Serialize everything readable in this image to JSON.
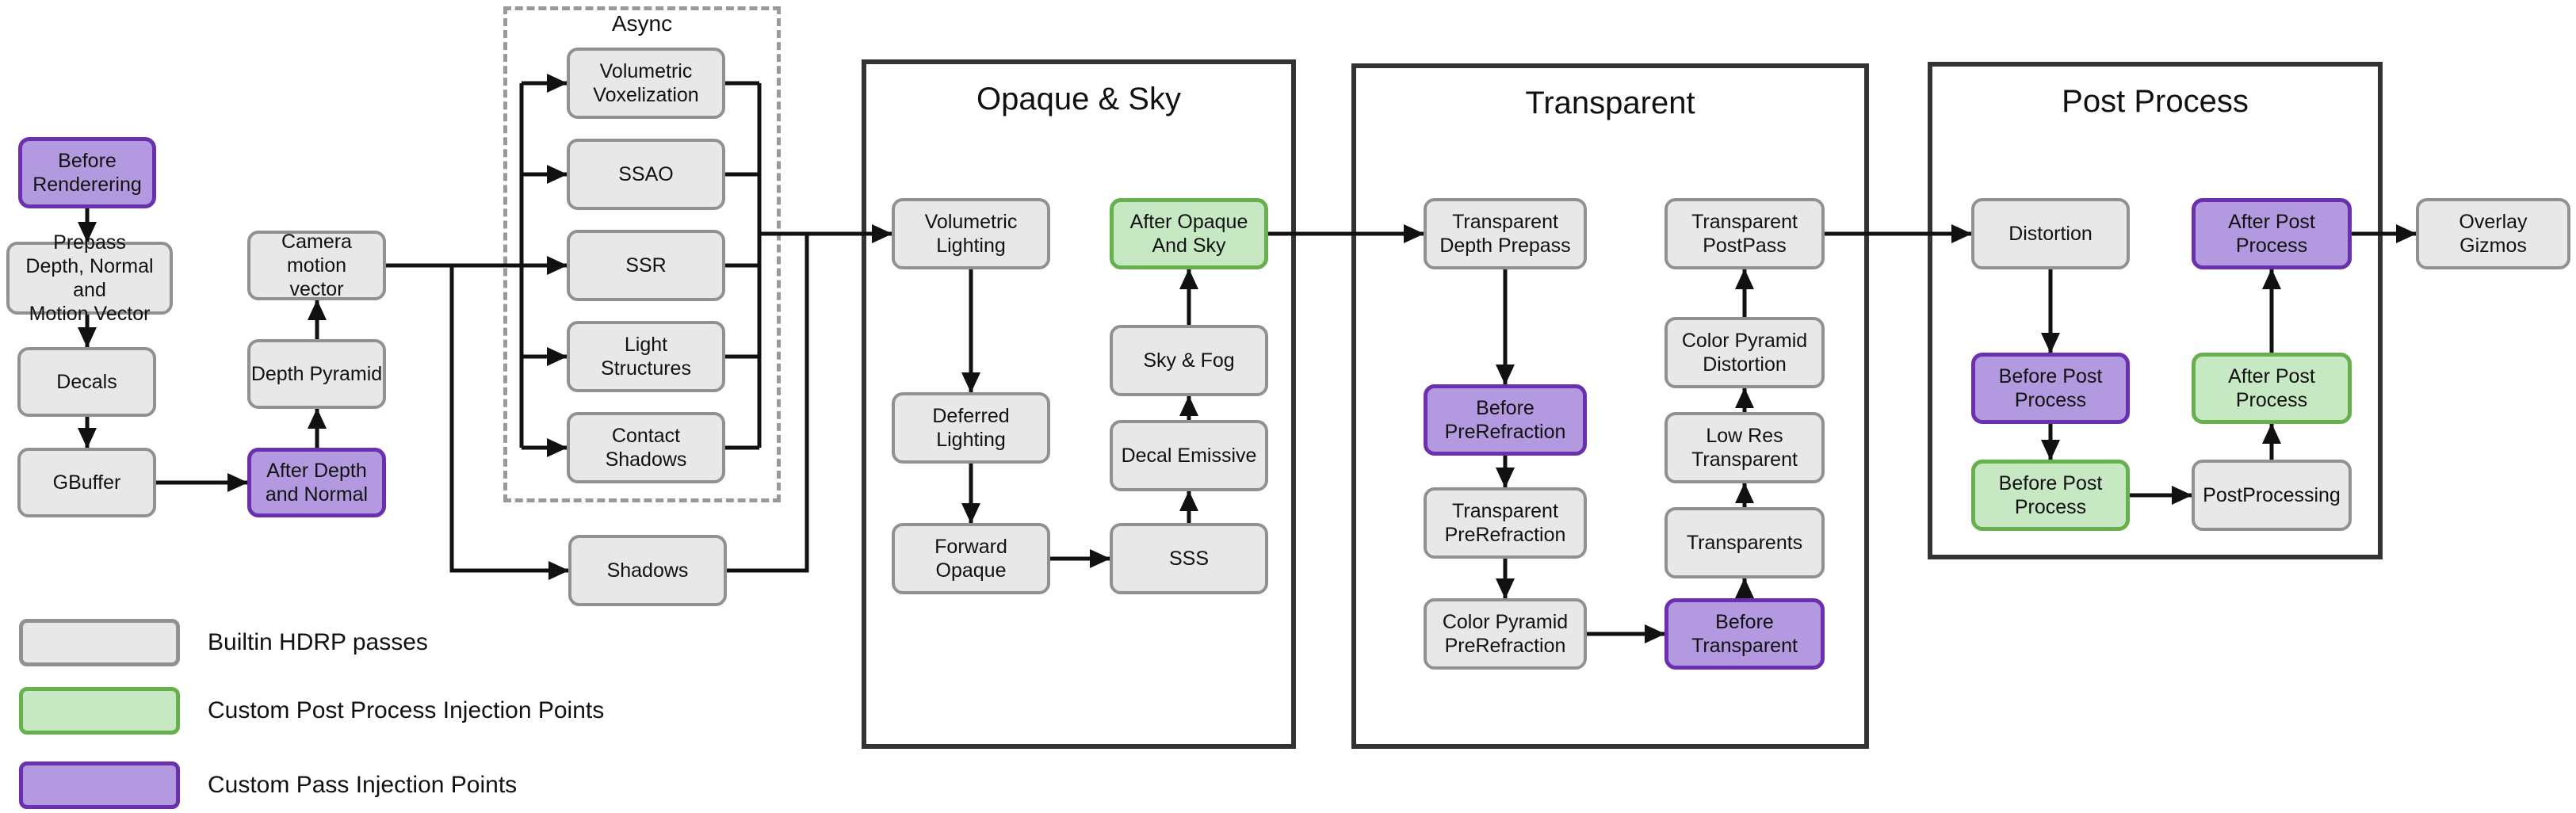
{
  "diagram": {
    "groups": {
      "async": {
        "title": "Async"
      },
      "opaque_and_sky": {
        "title": "Opaque & Sky"
      },
      "transparent": {
        "title": "Transparent"
      },
      "post_process": {
        "title": "Post Process"
      }
    },
    "nodes": {
      "before_rendering": {
        "label": "Before\nRenderering",
        "type": "custom_pass"
      },
      "prepass": {
        "label": "Prepass\nDepth, Normal and\nMotion Vector",
        "type": "builtin"
      },
      "decals": {
        "label": "Decals",
        "type": "builtin"
      },
      "gbuffer": {
        "label": "GBuffer",
        "type": "builtin"
      },
      "camera_motion_vector": {
        "label": "Camera motion\nvector",
        "type": "builtin"
      },
      "depth_pyramid": {
        "label": "Depth Pyramid",
        "type": "builtin"
      },
      "after_depth_and_normal": {
        "label": "After Depth\nand Normal",
        "type": "custom_pass"
      },
      "volumetric_voxelization": {
        "label": "Volumetric\nVoxelization",
        "type": "builtin"
      },
      "ssao": {
        "label": "SSAO",
        "type": "builtin"
      },
      "ssr": {
        "label": "SSR",
        "type": "builtin"
      },
      "light_structures": {
        "label": "Light\nStructures",
        "type": "builtin"
      },
      "contact_shadows": {
        "label": "Contact\nShadows",
        "type": "builtin"
      },
      "shadows": {
        "label": "Shadows",
        "type": "builtin"
      },
      "volumetric_lighting": {
        "label": "Volumetric\nLighting",
        "type": "builtin"
      },
      "deferred_lighting": {
        "label": "Deferred\nLighting",
        "type": "builtin"
      },
      "forward_opaque": {
        "label": "Forward\nOpaque",
        "type": "builtin"
      },
      "after_opaque_and_sky": {
        "label": "After Opaque\nAnd Sky",
        "type": "custom_post_process"
      },
      "sky_and_fog": {
        "label": "Sky & Fog",
        "type": "builtin"
      },
      "decal_emissive": {
        "label": "Decal Emissive",
        "type": "builtin"
      },
      "sss": {
        "label": "SSS",
        "type": "builtin"
      },
      "transparent_depth_prepass": {
        "label": "Transparent\nDepth Prepass",
        "type": "builtin"
      },
      "before_prerefraction": {
        "label": "Before\nPreRefraction",
        "type": "custom_pass"
      },
      "transparent_prerefraction": {
        "label": "Transparent\nPreRefraction",
        "type": "builtin"
      },
      "color_pyramid_prerefraction": {
        "label": "Color Pyramid\nPreRefraction",
        "type": "builtin"
      },
      "before_transparent": {
        "label": "Before\nTransparent",
        "type": "custom_pass"
      },
      "transparents": {
        "label": "Transparents",
        "type": "builtin"
      },
      "low_res_transparent": {
        "label": "Low Res\nTransparent",
        "type": "builtin"
      },
      "color_pyramid_distortion": {
        "label": "Color Pyramid\nDistortion",
        "type": "builtin"
      },
      "transparent_postpass": {
        "label": "Transparent\nPostPass",
        "type": "builtin"
      },
      "distortion": {
        "label": "Distortion",
        "type": "builtin"
      },
      "before_post_process_custom_pass": {
        "label": "Before Post\nProcess",
        "type": "custom_pass"
      },
      "before_post_process_custom_post": {
        "label": "Before Post\nProcess",
        "type": "custom_post_process"
      },
      "postprocessing": {
        "label": "PostProcessing",
        "type": "builtin"
      },
      "after_post_process_custom_post": {
        "label": "After Post\nProcess",
        "type": "custom_post_process"
      },
      "after_post_process_custom_pass": {
        "label": "After Post\nProcess",
        "type": "custom_pass"
      },
      "overlay_gizmos": {
        "label": "Overlay\nGizmos",
        "type": "builtin"
      }
    },
    "legend": {
      "items": [
        {
          "label": "Builtin HDRP passes",
          "type": "builtin",
          "fill": "#e8e8e8",
          "border": "#919191"
        },
        {
          "label": "Custom Post Process Injection Points",
          "type": "custom_post_process",
          "fill": "#c6e8c2",
          "border": "#66b04e"
        },
        {
          "label": "Custom Pass Injection Points",
          "type": "custom_pass",
          "fill": "#b39ae0",
          "border": "#6a30ad"
        }
      ]
    },
    "colors": {
      "background": "#ffffff",
      "line": "#111111",
      "group_border": "#333333",
      "async_dashed_border": "#999999",
      "builtin_fill": "#e8e8e8",
      "builtin_border": "#919191",
      "custom_post_process_fill": "#c6e8c2",
      "custom_post_process_border": "#66b04e",
      "custom_pass_fill": "#b39ae0",
      "custom_pass_border": "#6a30ad"
    }
  }
}
